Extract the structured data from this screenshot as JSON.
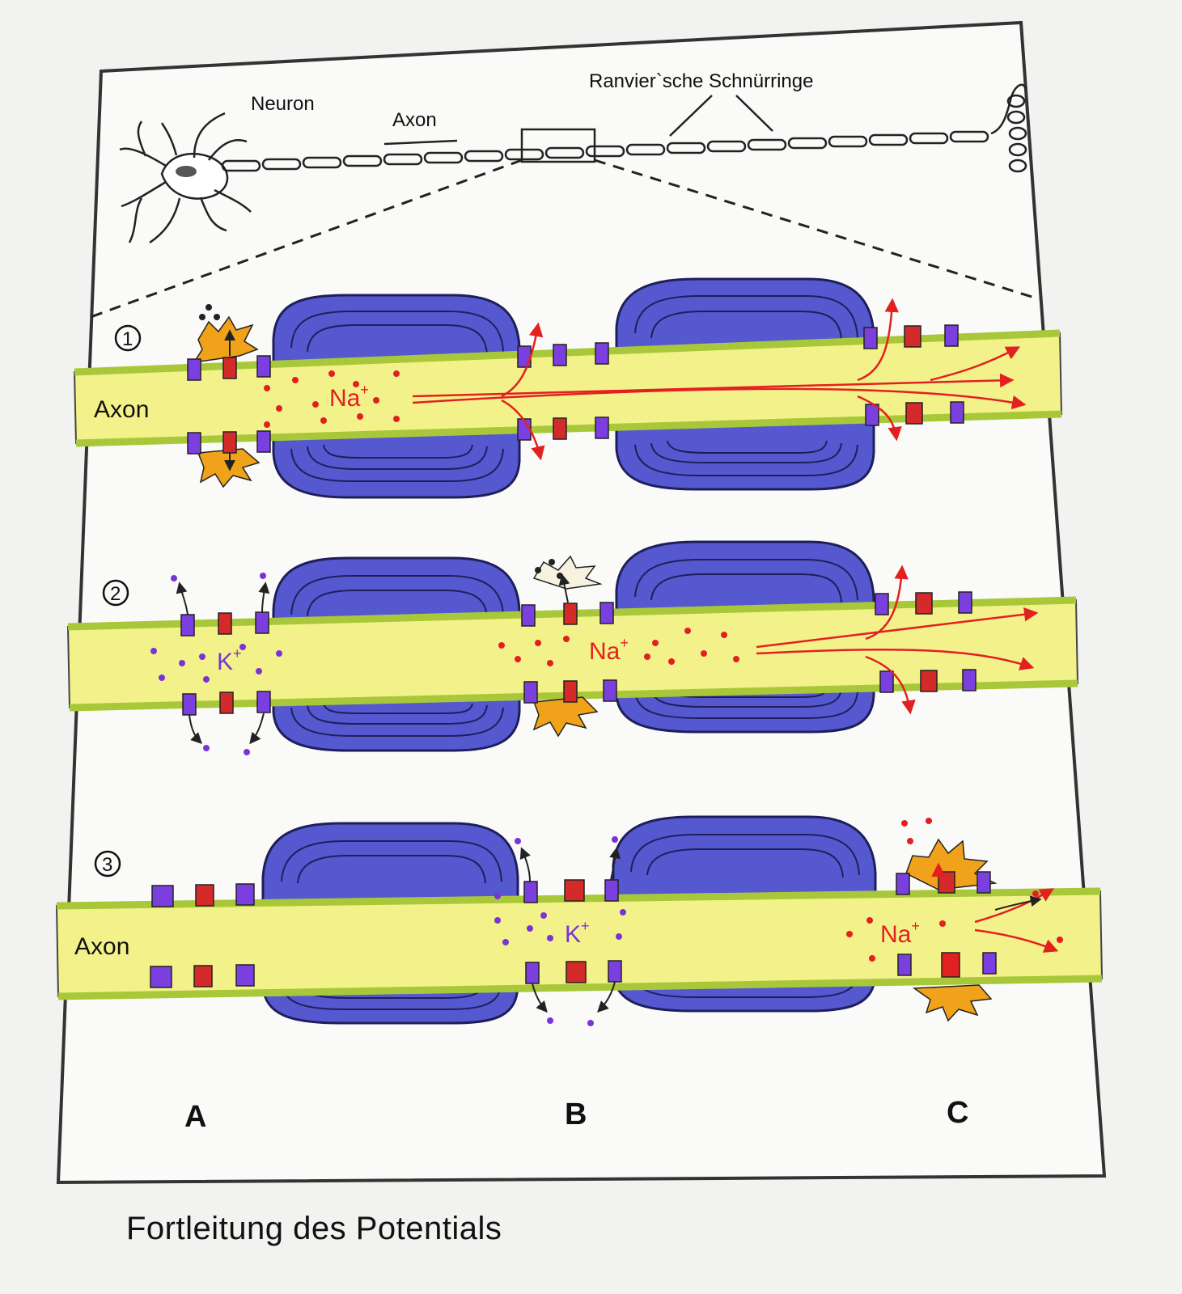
{
  "labels": {
    "neuron": "Neuron",
    "axon_top": "Axon",
    "nodes_of_ranvier": "Ranvier`sche Schnürringe",
    "axon_panel1": "Axon",
    "axon_panel3": "Axon",
    "na_ion": "Na",
    "k_ion": "K",
    "plus": "+",
    "step1": "1",
    "step2": "2",
    "step3": "3",
    "col_a": "A",
    "col_b": "B",
    "col_c": "C"
  },
  "caption": "Fortleitung des Potentials",
  "colors": {
    "axon_fill": "#f3f28a",
    "membrane": "#a8c83a",
    "myelin": "#5558cf",
    "myelin_line": "#1e1f5a",
    "sodium": "#e32020",
    "potassium": "#7a33d6",
    "channel_k": "#7b3fe0",
    "channel_na": "#d42a2a",
    "burst": "#f0a21a",
    "ink": "#222222"
  }
}
